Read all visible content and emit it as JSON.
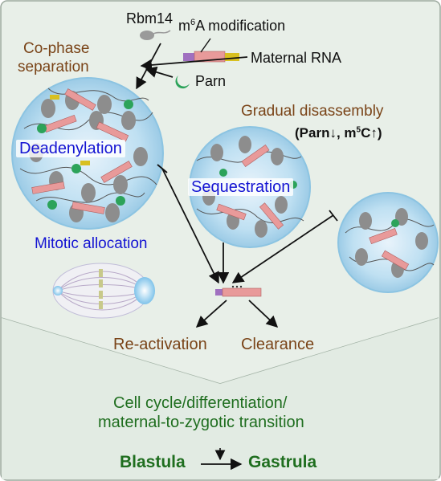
{
  "labels": {
    "rbm14": "Rbm14",
    "m6a_prefix": "m",
    "m6a_sup": "6",
    "m6a_suffix": "A modification",
    "maternal_rna": "Maternal RNA",
    "parn": "Parn",
    "co_phase_line1": "Co-phase",
    "co_phase_line2": "separation",
    "gradual": "Gradual disassembly",
    "parn_m5c_a": "(Parn",
    "parn_m5c_down": "↓",
    "parn_m5c_b": ", m",
    "parn_m5c_sup": "5",
    "parn_m5c_c": "C",
    "parn_m5c_up": "↑",
    "parn_m5c_d": ")",
    "deadenylation": "Deadenylation",
    "sequestration": "Sequestration",
    "mitotic": "Mitotic allocation",
    "reactivation": "Re-activation",
    "clearance": "Clearance",
    "cellcycle_line1": "Cell cycle/differentiation/",
    "cellcycle_line2": "maternal-to-zygotic transition",
    "blastula": "Blastula",
    "gastrula": "Gastrula"
  },
  "colors": {
    "panel": "#e6eee7",
    "brown": "#7a4418",
    "blue": "#1414d2",
    "green": "#1f6e1f",
    "droplet": "#a9d4ec",
    "rna_pink": "#e89a9a",
    "rna_purple": "#a070c0",
    "rna_yellow": "#d8c020",
    "parn_green": "#2ca35a"
  }
}
